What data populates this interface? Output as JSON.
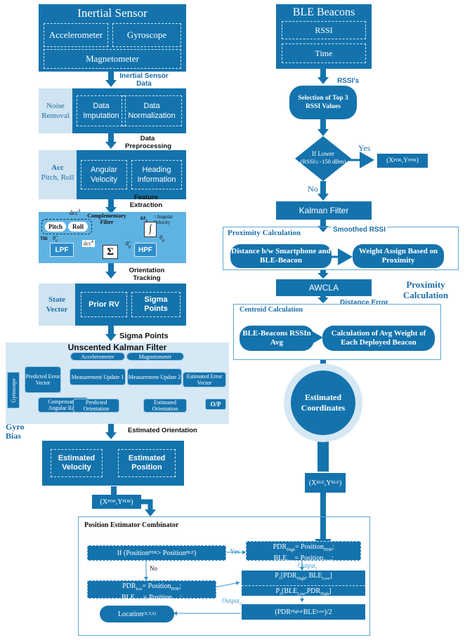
{
  "left": {
    "inertial_sensor": {
      "title": "Inertial Sensor",
      "accelerometer": "Accelerometer",
      "gyroscope": "Gyroscope",
      "magnetometer": "Magnetometer"
    },
    "label_inertial_data": "Inertial Sensor Data",
    "noise": {
      "side": "Noise Removal",
      "imputation": "Data Imputation",
      "normalization": "Data Normalization"
    },
    "label_preprocessing": "Data Preprocessing",
    "feature": {
      "side": "Acc",
      "side2": "Pitch, Roll",
      "angular": "Angular Velocity",
      "heading": "Heading Information"
    },
    "label_feature": "Feature Extraction",
    "complementary": {
      "title": "Complementary Filter",
      "acc_label": "ãcc",
      "acc_sup": "b",
      "pitch": "Pitch",
      "roll": "Roll",
      "omega": "ω",
      "omega_sub": "x",
      "omega_label": "=Angular Velocity",
      "tilt": "Tilt",
      "theta_a": "θ̂",
      "theta_a_sub": "a",
      "acc2": "ãcc",
      "acc2_sup": "b",
      "lpf": "LPF",
      "sigma": "Σ",
      "hpf": "HPF",
      "theta_g": "θ̂",
      "theta_g_sub": "g",
      "theta_d": "θ",
      "theta_d_sub": "g",
      "integral": "∫"
    },
    "label_orientation": "Orientation Tracking",
    "state": {
      "side": "State Vector",
      "prior": "Prior RV",
      "sigma": "Sigma Points"
    },
    "label_sigma": "Sigma Points",
    "ukf": {
      "title": "Unscented Kalman Filter",
      "accelerometer": "Accelerometer",
      "magnetometer": "Magnetometer",
      "predicted_error": "Predicted Error Vector",
      "measure1": "Measurement Update 1",
      "measure2": "Measurement Update 2",
      "estimated_error": "Estimated Error Vector",
      "gyroscope": "Gyroscope",
      "comp_rate": "Compensated Angular Rate",
      "pred_orient": "Predicted Orientation",
      "est_orient": "Estimated Orientation",
      "op": "O/P"
    },
    "gyro_bias": "Gyro Bias",
    "label_estimated_orientation": "Estimated Orientation",
    "estimated": {
      "velocity": "Estimated Velocity",
      "position": "Estimated Position"
    },
    "xy_pdr": "(X",
    "xy_pdr_sub": "PDR",
    "xy_pdr_mid": ",Y",
    "xy_pdr_sub2": "PDR",
    "xy_pdr_end": ")"
  },
  "right": {
    "ble": {
      "title": "BLE Beacons",
      "rssi": "RSSI",
      "time": "Time"
    },
    "label_rssis": "RSSI's",
    "selection": "Selection of Top 3 RSSI Values",
    "diamond_line1": "If Lower",
    "diamond_line2": "(RSSI≤ -150 dBm)",
    "yes": "Yes",
    "no": "No",
    "xy_pdr": "(X",
    "xy_pdr_sub": "PDR",
    "xy_pdr_mid": ",Y",
    "xy_pdr_sub2": "PDR",
    "xy_pdr_end": ")",
    "kalman": "Kalman Filter",
    "proximity_title": "Proximity Calculation",
    "smoothed": "Smoothed RSSI",
    "distance": "Distance b/w Smartphone and BLE-Beacon",
    "weight": "Weight Assign Based on Proximity",
    "proximity_side": "Proximity Calculation",
    "awcla": "AWCLA",
    "distance_error": "Distance Error",
    "centroid_title": "Centroid Calculation",
    "ble_rssi": "BLE-Beacons RSSIn Avg",
    "calc_avg": "Calculation of Avg Weight of Each Deployed Beacon",
    "estimated_coords": "Estimated Coordinates",
    "xy_ble": "(X",
    "xy_ble_sub": "BLE",
    "xy_ble_mid": ",Y",
    "xy_ble_sub2": "BLE",
    "xy_ble_end": ")"
  },
  "combinator": {
    "title": "Position Estimator Combinator",
    "if_text": "If (Position",
    "if_sub1": "PDR",
    "if_mid": " > Position",
    "if_sub2": "BLE",
    "if_end": ")",
    "yes": "Yes",
    "no": "No",
    "right1_a": "PDR",
    "right1_a_sub": "High",
    "right1_b": "= Position",
    "right1_b_sub": "PDR",
    "right1_c": ";",
    "right2_a": "BLE",
    "right2_a_sub": "Low",
    "right2_b": "= Position",
    "right2_b_sub": "BLE",
    "right2_c": ";",
    "output1": "Output",
    "output1_sub": "1",
    "left1_a": "PDR",
    "left1_a_sub": "low",
    "left1_b": "= Position",
    "left1_b_sub": "PDR",
    "left1_c": ";",
    "left2_a": "BLE",
    "left2_a_sub": "High",
    "left2_b": "= Position",
    "left2_b_sub": "BLE",
    "left2_c": ";",
    "output2": "Output",
    "output2_sub": "2",
    "p1_a": "P",
    "p1_a_sub": "1",
    "p1_b": "[PDR",
    "p1_b_sub": "High",
    "p1_c": ", BLE",
    "p1_c_sub": "Low",
    "p1_d": "]",
    "p2_a": "P",
    "p2_a_sub": "2",
    "p2_b": "[BLE",
    "p2_b_sub": "Low",
    "p2_c": ",PDR",
    "p2_c_sub": "High",
    "p2_d": "]",
    "avg_a": "(PDR",
    "avg_a_sub": "High",
    "avg_b": "+BLE",
    "avg_b_sub": "Low",
    "avg_c": ")/2",
    "location": "Location",
    "location_sub": "(X,Y,Z)"
  }
}
